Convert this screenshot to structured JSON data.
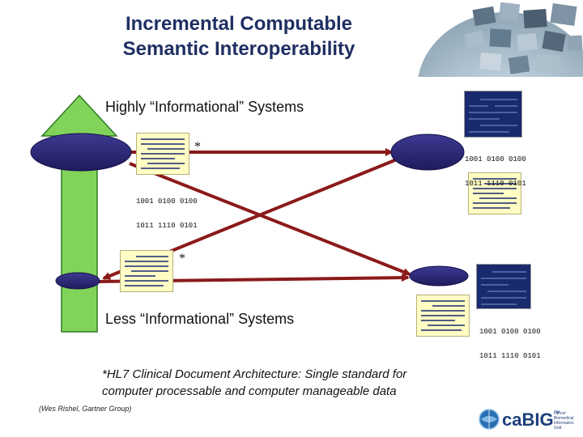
{
  "slide": {
    "title_line1": "Incremental Computable",
    "title_line2": "Semantic Interoperability",
    "top_label": "Highly “Informational” Systems",
    "bottom_label": "Less “Informational” Systems",
    "footnote_line1": "*HL7 Clinical Document Architecture: Single standard for",
    "footnote_line2": "computer processable and computer manageable data",
    "credit": "(Wes Rishel, Gartner Group)"
  },
  "annotations": {
    "star_upper": "*",
    "star_lower": "*"
  },
  "binary_blocks": {
    "right_top_line1": "1001 0100 0100",
    "right_top_line2": "1011 1110 0101",
    "left_mid_line1": "1001 0100 0100",
    "left_mid_line2": "1011 1110 0101",
    "right_bottom_line1": "1001 0100 0100",
    "right_bottom_line2": "1011 1110 0101"
  },
  "logo": {
    "text": "caBIG",
    "tm": "™",
    "tagline": "cancer Biomedical Informatics Grid"
  },
  "colors": {
    "arrow_green": "#82d35a",
    "arrow_stroke": "#2f7a25",
    "node_navy": "#2e2a78",
    "connector_red": "#8b1a1a",
    "doc_yellow": "#fffcc4",
    "doc_navy": "#1a2a6e",
    "title_navy": "#1f2f63"
  }
}
